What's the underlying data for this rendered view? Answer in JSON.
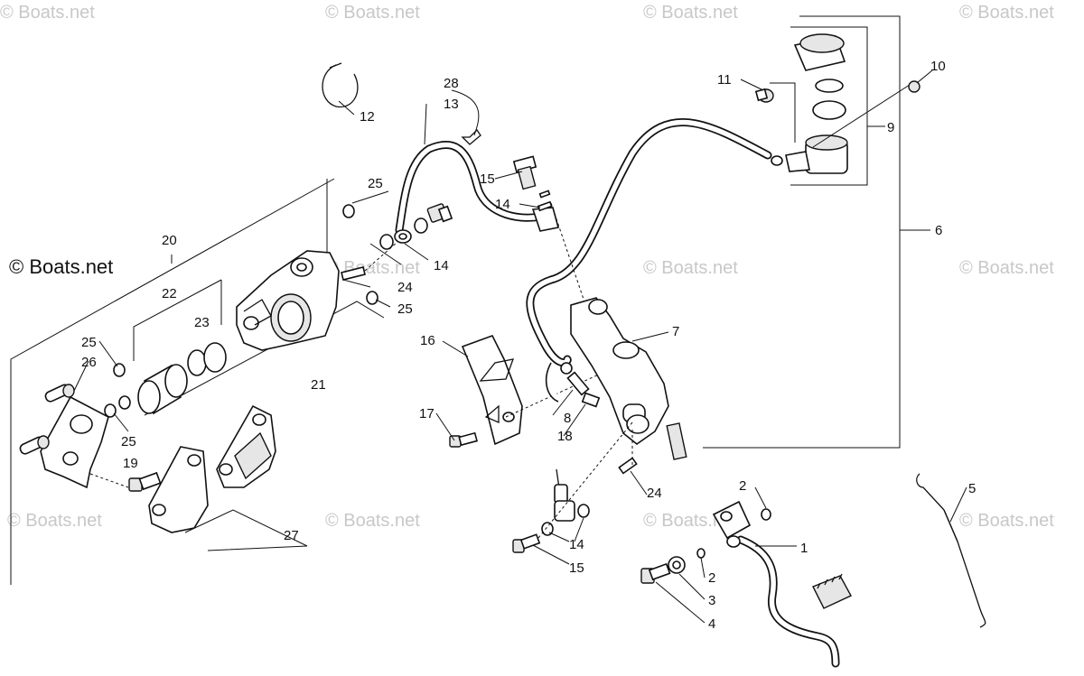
{
  "watermark": {
    "text": "© Boats.net",
    "brand": "© Boats.net"
  },
  "callouts": {
    "c1": "1",
    "c2a": "2",
    "c2b": "2",
    "c3": "3",
    "c4": "4",
    "c5": "5",
    "c6": "6",
    "c7": "7",
    "c8": "8",
    "c9": "9",
    "c10": "10",
    "c11": "11",
    "c12": "12",
    "c13": "13",
    "c14a": "14",
    "c14b": "14",
    "c14c": "14",
    "c15a": "15",
    "c15b": "15",
    "c16": "16",
    "c17": "17",
    "c18": "18",
    "c19": "19",
    "c20": "20",
    "c21": "21",
    "c22": "22",
    "c23": "23",
    "c24a": "24",
    "c24b": "24",
    "c25a": "25",
    "c25b": "25",
    "c25c": "25",
    "c25d": "25",
    "c26": "26",
    "c27": "27",
    "c28": "28"
  }
}
